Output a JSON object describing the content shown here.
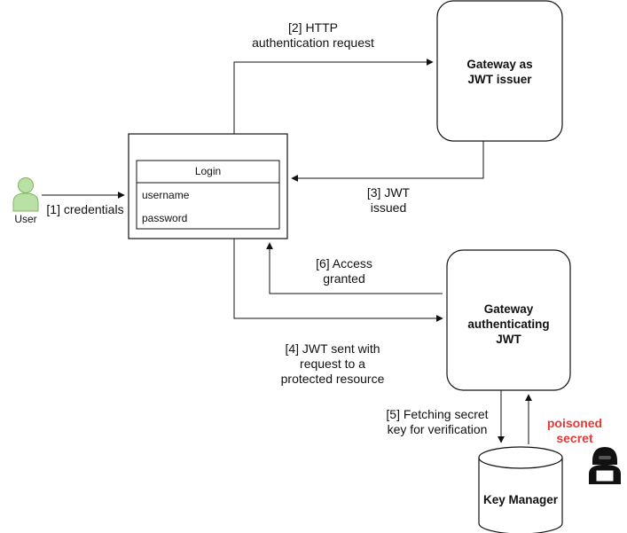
{
  "nodes": {
    "user": {
      "label": "User",
      "icon": "user-icon",
      "color": "#b9e0a5"
    },
    "login_form": {
      "title": "Login",
      "fields": [
        "username",
        "password"
      ]
    },
    "issuer_gateway": {
      "title": "Gateway as\nJWT issuer"
    },
    "auth_gateway": {
      "title": "Gateway\nauthenticating\nJWT"
    },
    "key_manager": {
      "title": "Key Manager",
      "shape": "cylinder"
    },
    "attacker": {
      "label": "poisoned\nsecret",
      "icon": "hacker-icon",
      "label_color": "#e53935"
    }
  },
  "edges": [
    {
      "id": "e1",
      "label": "[1] credentials"
    },
    {
      "id": "e2",
      "label": "[2] HTTP\nauthentication request"
    },
    {
      "id": "e3",
      "label": "[3] JWT\nissued"
    },
    {
      "id": "e4",
      "label": "[4] JWT sent with\nrequest to a\nprotected resource"
    },
    {
      "id": "e5",
      "label": "[5] Fetching secret\nkey for verification"
    },
    {
      "id": "e6",
      "label": "[6] Access\ngranted"
    }
  ]
}
